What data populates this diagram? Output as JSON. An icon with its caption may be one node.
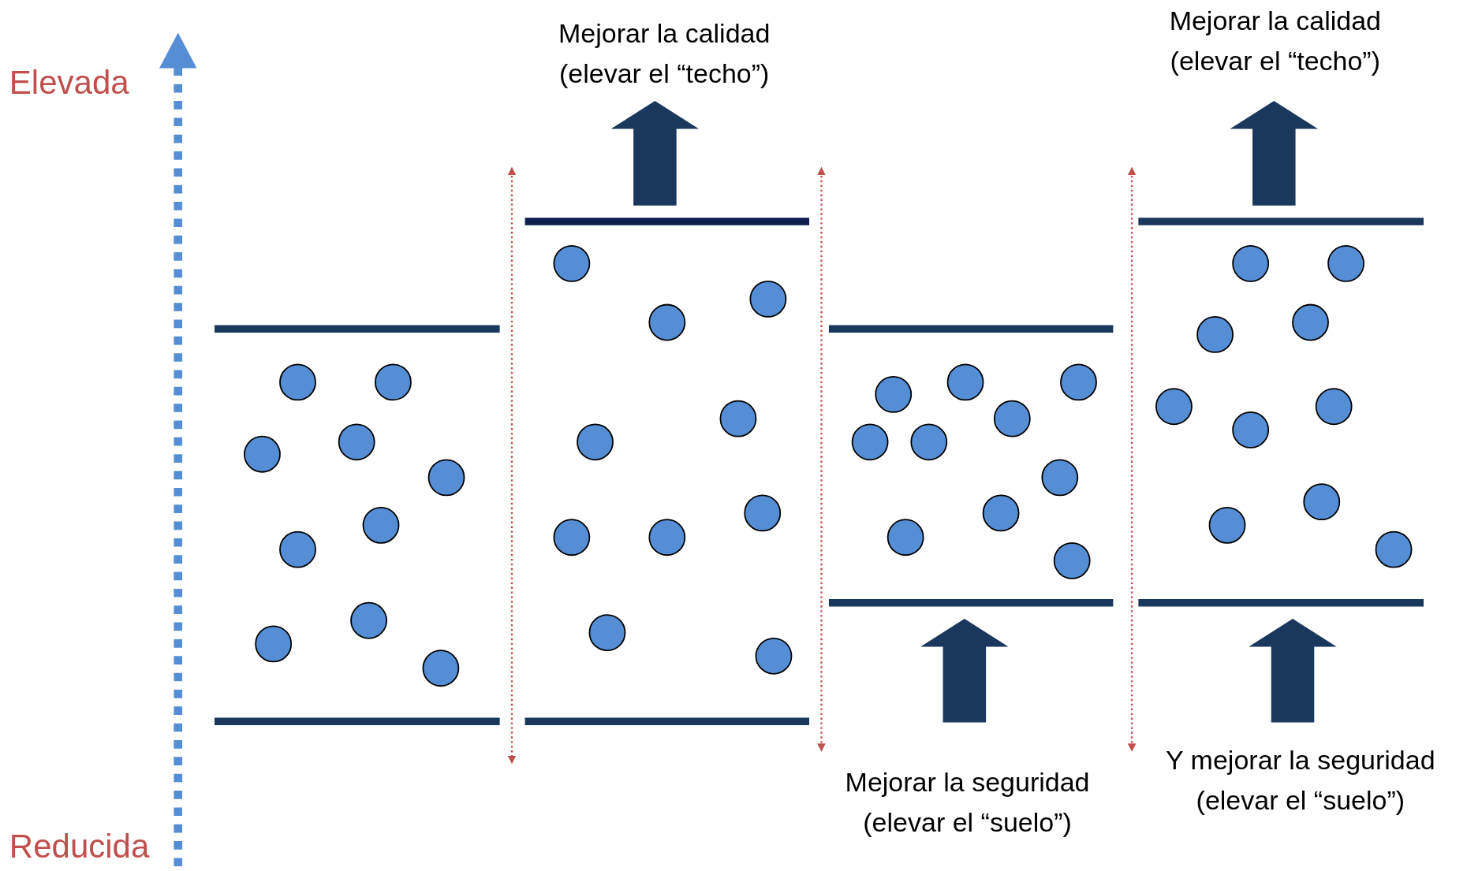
{
  "diagram": {
    "labels": [
      "Mejorar la calidad (elevar el “techo”)",
      "Mejorar la calidad (elevar el “techo”)",
      "Elevada",
      "Mejorar la seguridad (elevar el “suelo”)",
      "Y mejorar la seguridad (elevar el “suelo”)",
      "Reducida"
    ]
  }
}
